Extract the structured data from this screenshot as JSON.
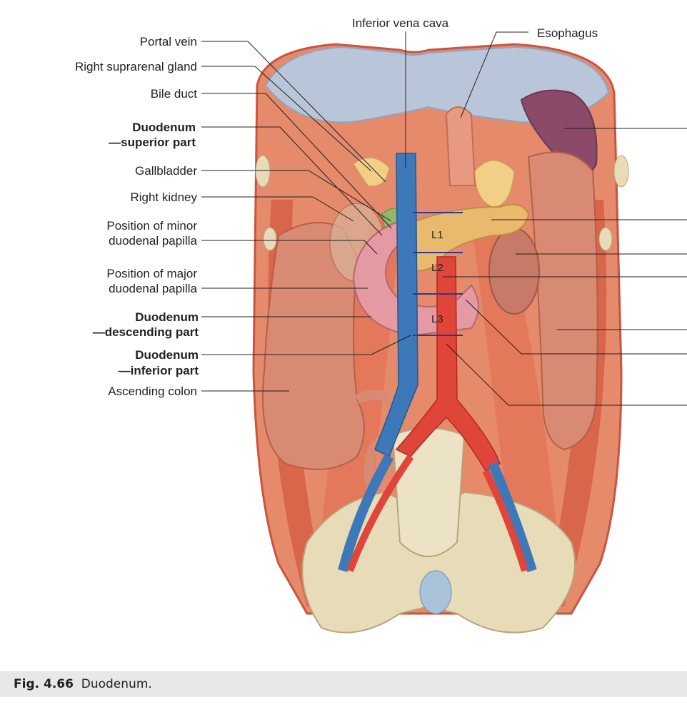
{
  "labels": {
    "inferior_vena_cava": "Inferior vena cava",
    "esophagus": "Esophagus",
    "portal_vein": "Portal vein",
    "right_suprarenal_gland": "Right suprarenal gland",
    "bile_duct": "Bile duct",
    "duodenum_superior_1": "Duodenum",
    "duodenum_superior_2": "—superior part",
    "gallbladder": "Gallbladder",
    "right_kidney": "Right kidney",
    "minor_papilla_1": "Position of minor",
    "minor_papilla_2": "duodenal papilla",
    "major_papilla_1": "Position of major",
    "major_papilla_2": "duodenal papilla",
    "duodenum_descending_1": "Duodenum",
    "duodenum_descending_2": "—descending part",
    "duodenum_inferior_1": "Duodenum",
    "duodenum_inferior_2": "—inferior part",
    "ascending_colon": "Ascending colon"
  },
  "vertebral_levels": [
    "L1",
    "L2",
    "L3"
  ],
  "caption": {
    "number": "Fig. 4.66",
    "text": "Duodenum."
  },
  "colors": {
    "muscle": "#e07a5c",
    "diaphragm_tendon": "#a9bcd3",
    "vein": "#3d78b8",
    "artery": "#e0453a",
    "bone": "#e8dcb8",
    "colon": "#d98a72",
    "pancreas": "#e9b96e",
    "spleen": "#8c4a6a",
    "level_line": "#2b3a8f",
    "caption_bg": "#e8e8e9"
  }
}
